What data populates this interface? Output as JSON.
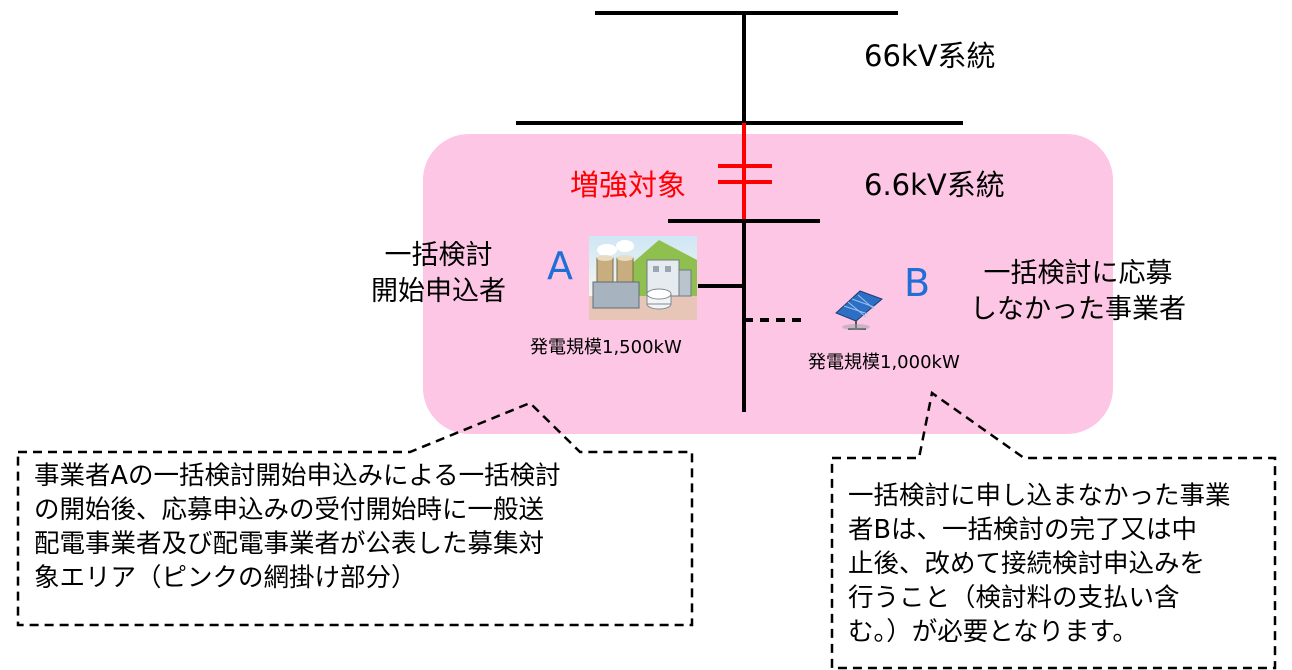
{
  "diagram": {
    "upper_system_label": "66kV系統",
    "lower_system_label": "6.6kV系統",
    "reinforcement_label": "増強対象",
    "applicant_a": {
      "role_lines": [
        "一括検討",
        "開始申込者"
      ],
      "letter": "A",
      "capacity": "発電規模1,500kW",
      "icon": "power-plant-icon"
    },
    "applicant_b": {
      "role_lines": [
        "一括検討に応募",
        "しなかった事業者"
      ],
      "letter": "B",
      "capacity": "発電規模1,000kW",
      "icon": "solar-panel-icon"
    },
    "colors": {
      "target_area": "#fcc6e4",
      "reinforced_line": "#ff0000",
      "line": "#000000",
      "letters": "#1f6fd6"
    }
  },
  "callout_left": {
    "lines": [
      "事業者Aの一括検討開始申込みによる一括検討",
      "の開始後、応募申込みの受付開始時に一般送",
      "配電事業者及び配電事業者が公表した募集対",
      "象エリア（ピンクの網掛け部分）"
    ]
  },
  "callout_right": {
    "lines": [
      "一括検討に申し込まなかった事業",
      "者Bは、一括検討の完了又は中",
      "止後、改めて接続検討申込みを",
      "行うこと（検討料の支払い含",
      "む。）が必要となります。"
    ]
  }
}
